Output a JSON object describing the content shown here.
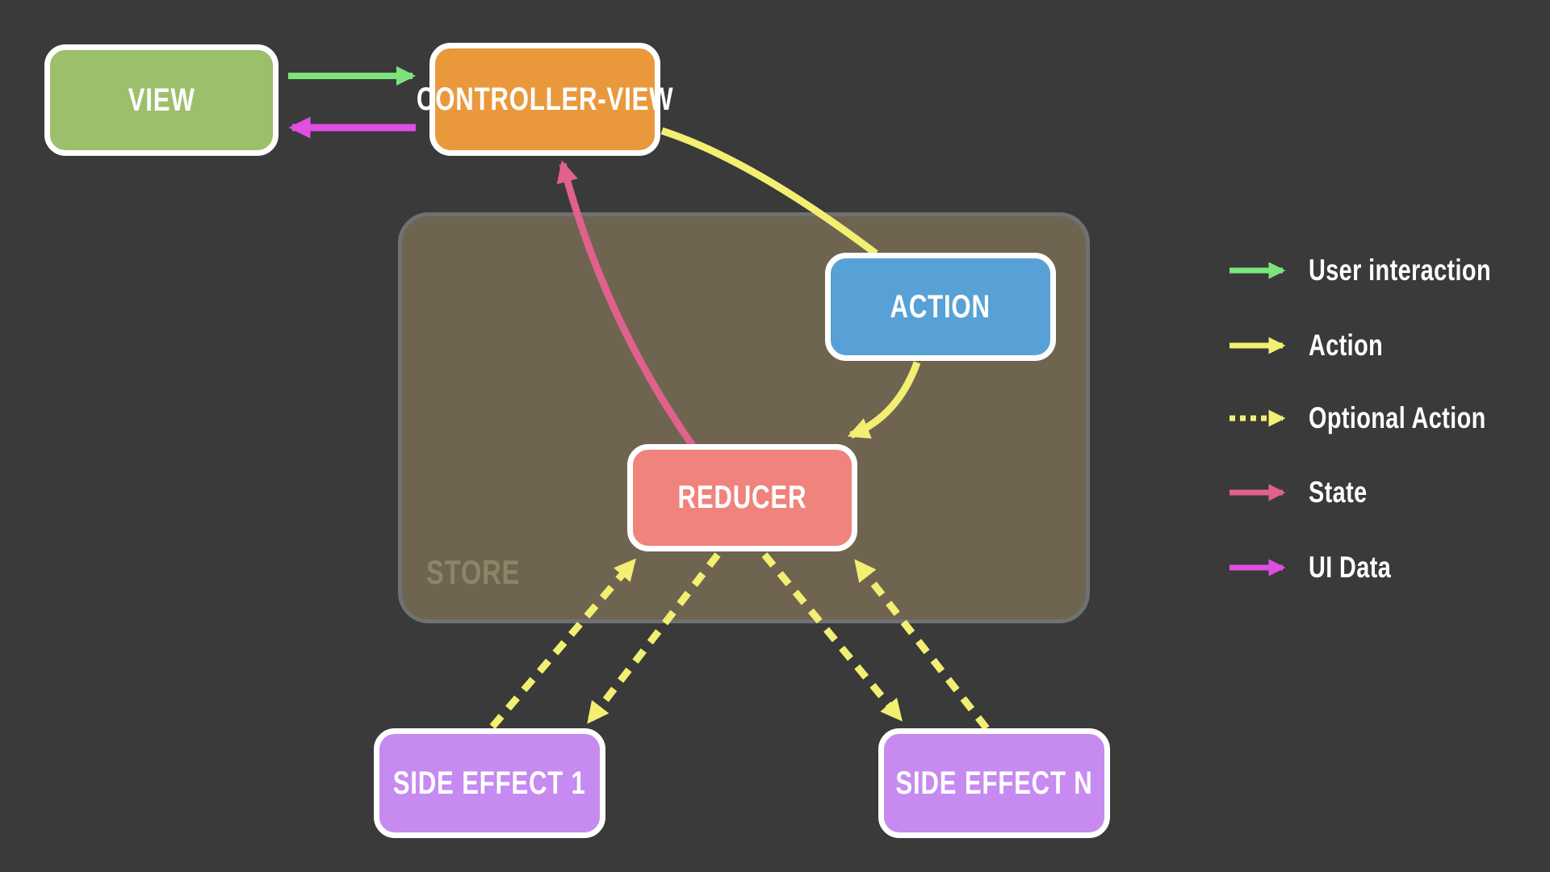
{
  "nodes": {
    "view": {
      "label": "VIEW"
    },
    "controller_view": {
      "label": "CONTROLLER-VIEW"
    },
    "action": {
      "label": "ACTION"
    },
    "reducer": {
      "label": "REDUCER"
    },
    "store": {
      "label": "STORE"
    },
    "side_effect_1": {
      "label": "SIDE EFFECT 1"
    },
    "side_effect_n": {
      "label": "SIDE EFFECT N"
    }
  },
  "legend": {
    "items": [
      {
        "label": "User interaction",
        "color": "#7be57c",
        "line_style": "solid"
      },
      {
        "label": "Action",
        "color": "#f2ef72",
        "line_style": "solid"
      },
      {
        "label": "Optional Action",
        "color": "#f2ef72",
        "line_style": "dashed"
      },
      {
        "label": "State",
        "color": "#e0618c",
        "line_style": "solid"
      },
      {
        "label": "UI Data",
        "color": "#df4fe0",
        "line_style": "solid"
      }
    ]
  },
  "colors": {
    "background": "#3a3a3a",
    "node_view": "#9cbf6b",
    "node_controller_view": "#e9993c",
    "node_action": "#58a1d7",
    "node_reducer": "#f0837c",
    "node_side_effect": "#c68af0",
    "node_border": "#ffffff",
    "label_text": "#ffffff",
    "store_fill": "#6f6450",
    "store_border": "#6f7173",
    "store_label": "#8e8569",
    "arrow_green": "#7be57c",
    "arrow_yellow": "#f2ef72",
    "arrow_pink": "#e0618c",
    "arrow_magenta": "#df4fe0"
  }
}
